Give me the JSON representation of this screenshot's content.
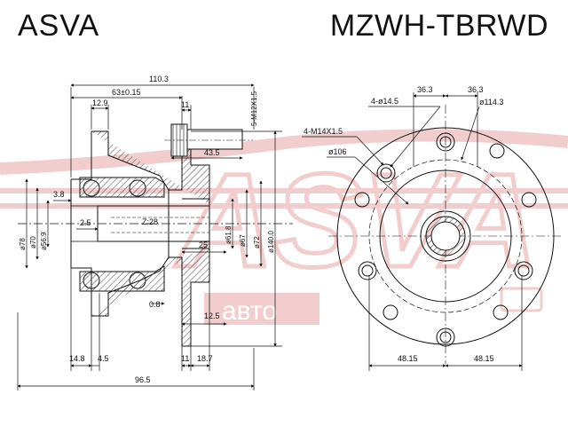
{
  "header": {
    "brand": "ASVA",
    "part_number": "MZWH-TBRWD"
  },
  "watermark": {
    "text": "ASVA",
    "sub_text": "авто",
    "color": "#e8a6a6"
  },
  "side_view": {
    "dimensions": {
      "overall_length": "110.3",
      "flange_offset": "63±0.15",
      "ring_width": "12.9",
      "bolt_step": "11",
      "stud_length": "43.5",
      "hub_length": "25",
      "lip": "3.8",
      "inner_step": "2.5",
      "gap": "0.8",
      "seat": "12.5",
      "left_edge": "14.8",
      "bearing_step": "4.5",
      "flange_thk": "11",
      "pilot_len": "18.7",
      "total_width": "96.5",
      "thread": "5-M12X1.5",
      "spline": "Z:28"
    },
    "diameters": {
      "d78": "ø78",
      "d70": "ø70",
      "d56": "ø56.9",
      "d61": "ø61.8",
      "d67": "ø67",
      "d72": "ø72",
      "d140": "ø140.0"
    }
  },
  "front_view": {
    "dimensions": {
      "top_left": "36.3",
      "top_right": "36.3",
      "hole_dia": "4-ø14.5",
      "pcd": "ø114.3",
      "thread": "4-M14X1.5",
      "center_dia": "ø106",
      "bottom_left": "48.15",
      "bottom_right": "48.15"
    }
  },
  "colors": {
    "line": "#111111",
    "hatch": "#444444",
    "watermark": "#e8a6a6"
  }
}
